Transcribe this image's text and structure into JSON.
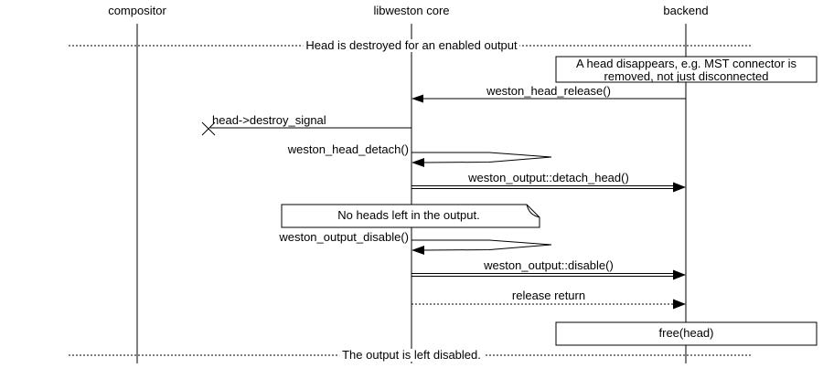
{
  "colors": {
    "background": "#ffffff",
    "foreground": "#000000"
  },
  "participants": [
    {
      "label": "compositor"
    },
    {
      "label": "libweston core"
    },
    {
      "label": "backend"
    }
  ],
  "dividers": [
    {
      "label": "Head is destroyed for an enabled output"
    },
    {
      "label": "The output is left disabled."
    }
  ],
  "notes": [
    {
      "line1": "A head disappears, e.g. MST connector is",
      "line2": "removed, not just disconnected"
    },
    {
      "label": "No heads left in the output."
    },
    {
      "label": "free(head)"
    }
  ],
  "messages": [
    {
      "label": "weston_head_release()",
      "from": "backend",
      "to": "libweston core",
      "style": "solid"
    },
    {
      "label": "head->destroy_signal",
      "from": "libweston core",
      "to": "lost",
      "style": "solid-lost"
    },
    {
      "label": "weston_head_detach()",
      "from": "libweston core",
      "to": "libweston core",
      "style": "self-call"
    },
    {
      "label": "weston_output::detach_head()",
      "from": "libweston core",
      "to": "backend",
      "style": "double-line-call"
    },
    {
      "label": "weston_output_disable()",
      "from": "libweston core",
      "to": "libweston core",
      "style": "self-call"
    },
    {
      "label": "weston_output::disable()",
      "from": "libweston core",
      "to": "backend",
      "style": "double-line-call"
    },
    {
      "label": "release return",
      "from": "libweston core",
      "to": "backend",
      "style": "dotted"
    }
  ]
}
